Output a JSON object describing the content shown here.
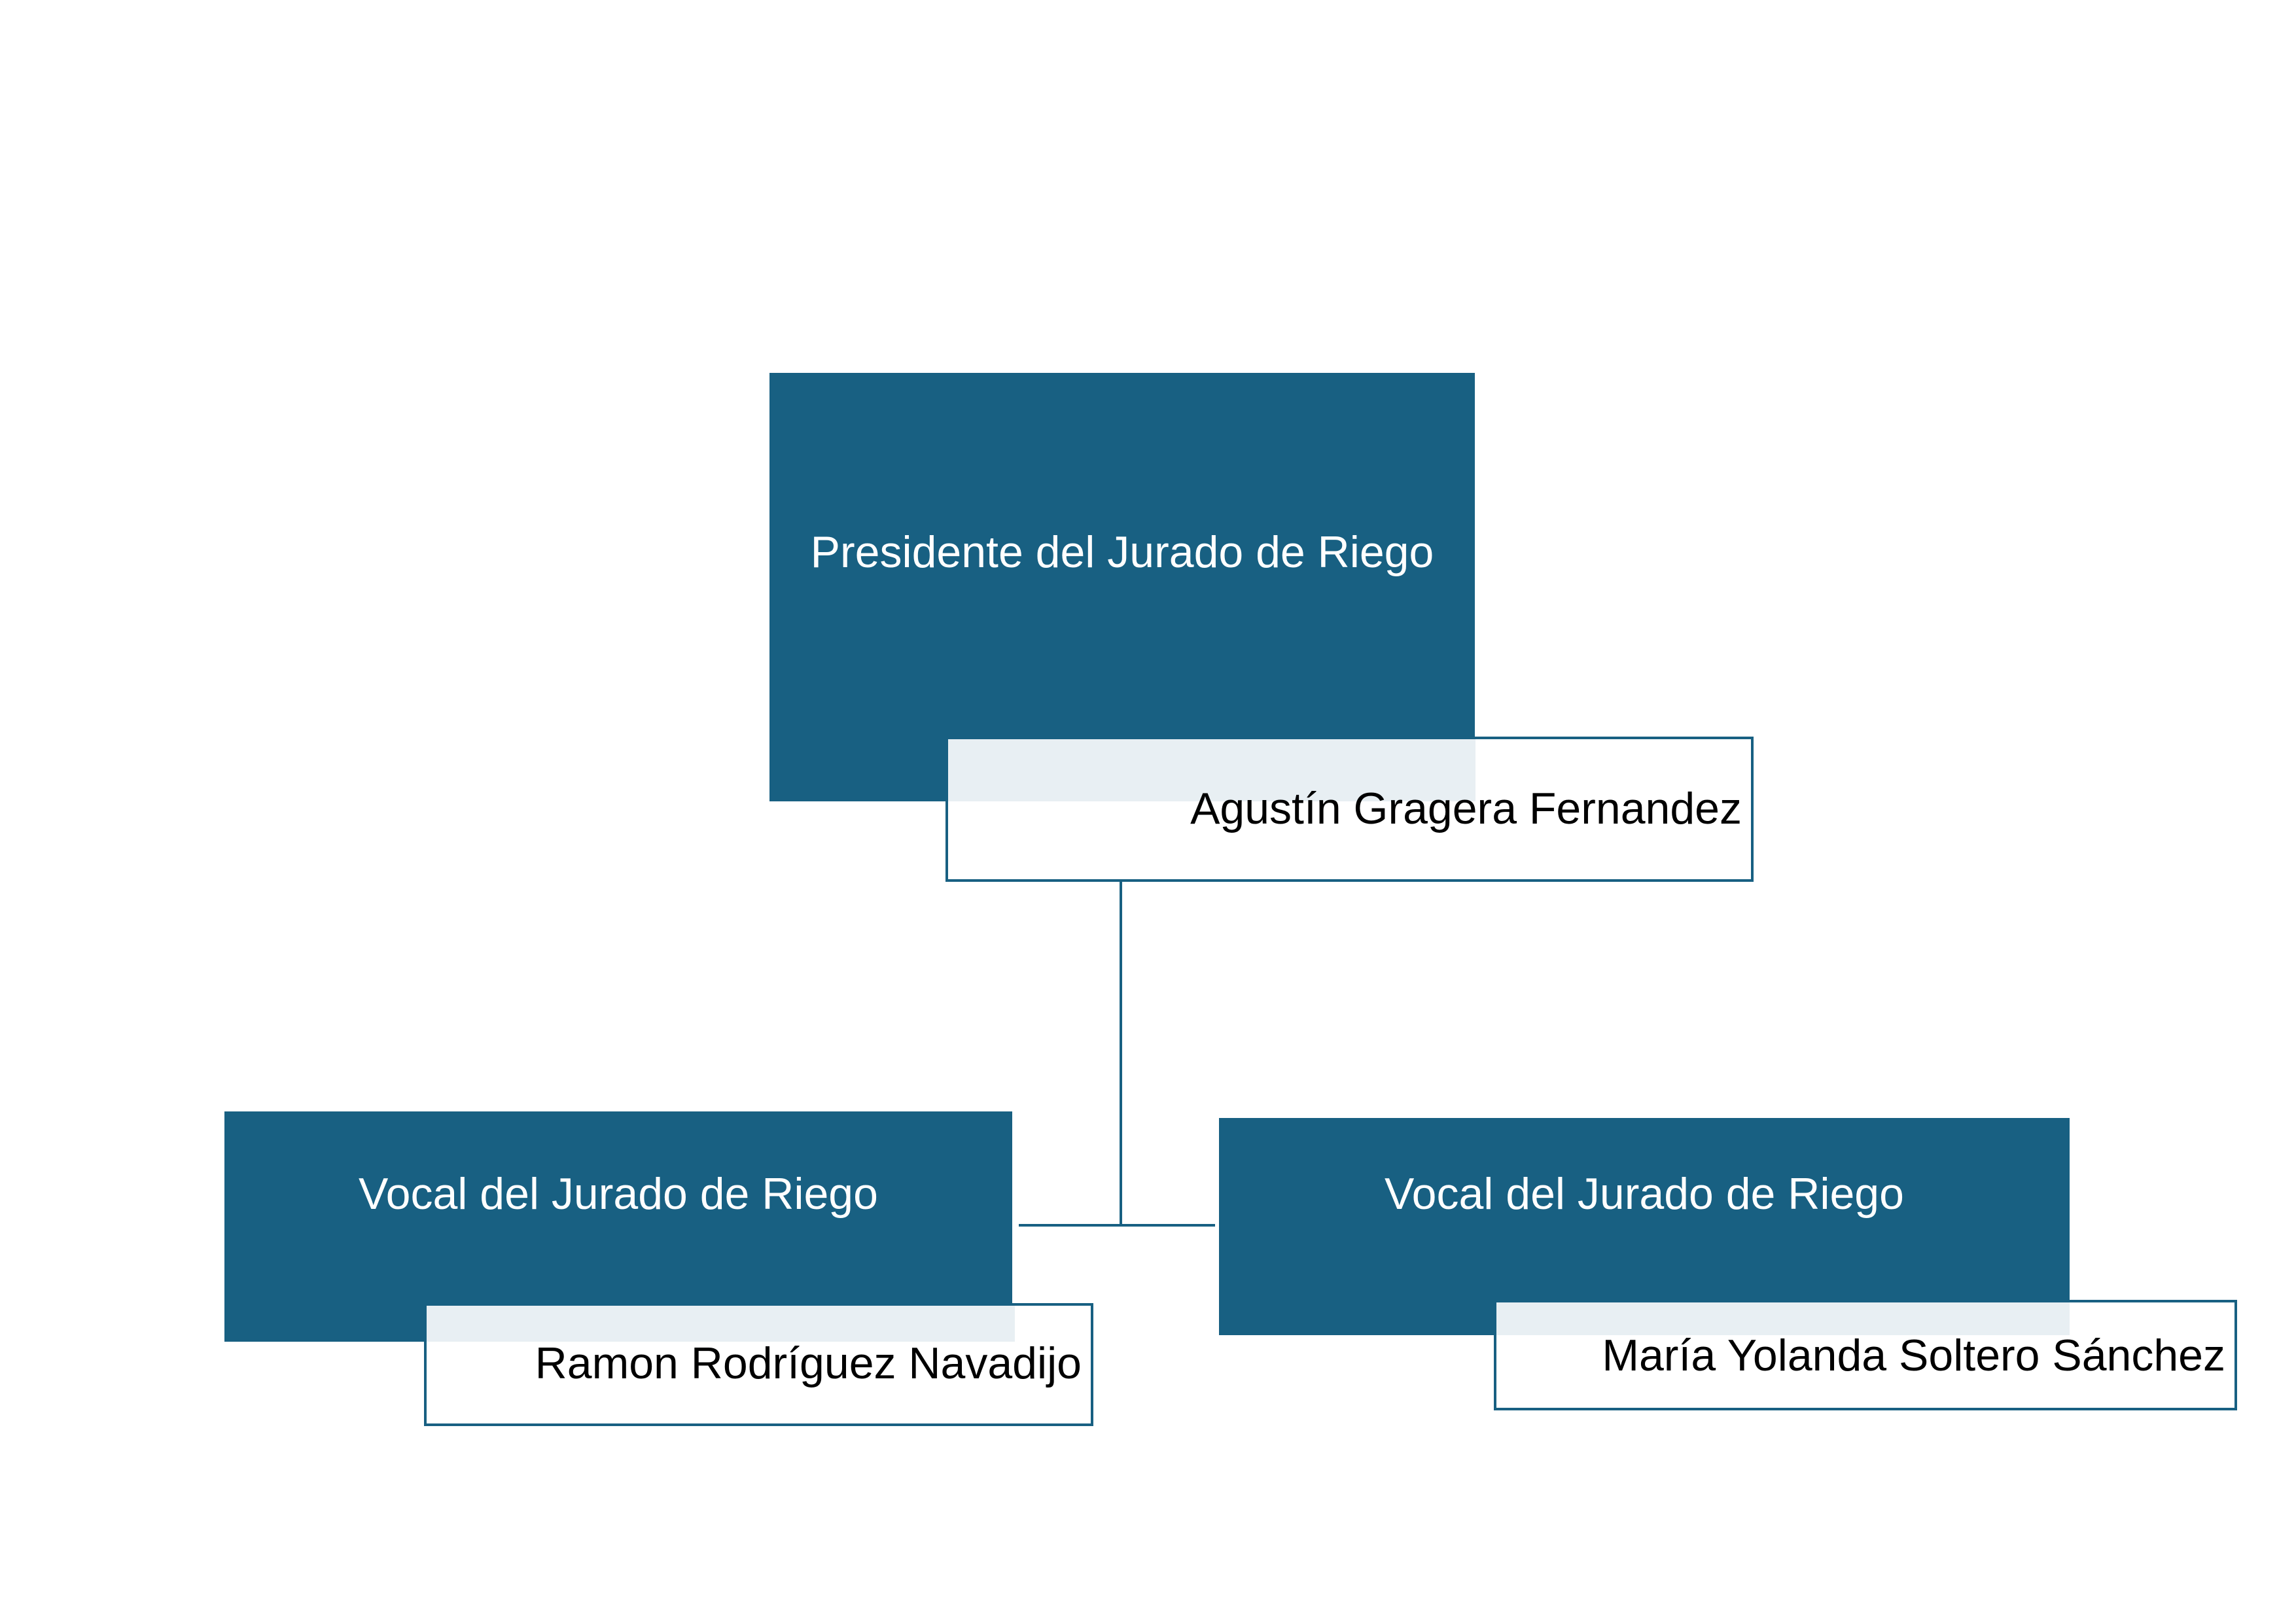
{
  "org_chart": {
    "colors": {
      "role_fill": "#186082",
      "name_border": "#186082",
      "connector": "#186082",
      "overlap_tint": "#e8eff3"
    },
    "president": {
      "role": "Presidente del Jurado de Riego",
      "name": "Agustín Gragera Fernandez"
    },
    "vocal_left": {
      "role": "Vocal del Jurado de Riego",
      "name": "Ramon Rodríguez Navadijo"
    },
    "vocal_right": {
      "role": "Vocal del Jurado de Riego",
      "name": "María Yolanda Soltero Sánchez"
    }
  }
}
